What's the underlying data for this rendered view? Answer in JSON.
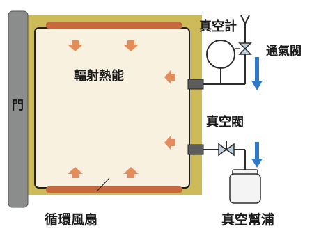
{
  "labels": {
    "door": "門",
    "radiant_heat": "輻射熱能",
    "vacuum_gauge": "真空計",
    "vent_valve": "通氣閥",
    "vacuum_valve": "真空閥",
    "circulation_fan": "循環風扇",
    "vacuum_pump": "真空幫浦"
  },
  "colors": {
    "outer_frame": "#cdbb5a",
    "chamber": "#f8f1df",
    "heater": "#c66a3d",
    "heat_arrow": "#e58b5c",
    "door": "#8a8d8c",
    "flow_arrow": "#2f79c6",
    "pipe": "#2c2c2c"
  },
  "icons": [
    "heat-arrow-icon",
    "gauge-icon",
    "valve-icon",
    "pump-icon",
    "flow-arrow-icon"
  ]
}
